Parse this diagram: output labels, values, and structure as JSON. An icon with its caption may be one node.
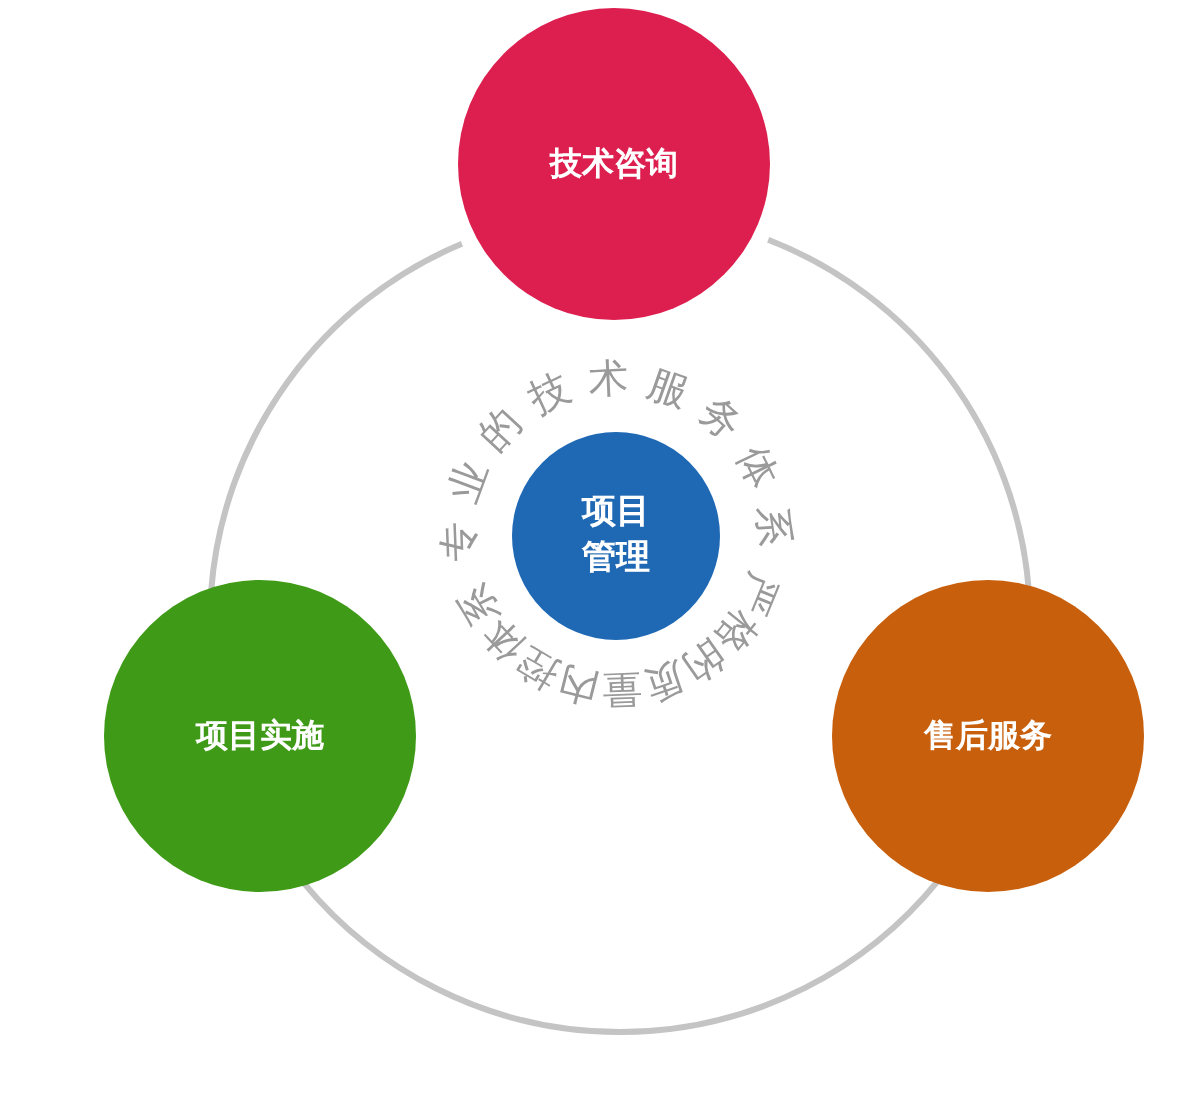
{
  "diagram": {
    "nodes": [
      {
        "text": [
          "技术咨询"
        ]
      },
      {
        "text": [
          "项目管理"
        ]
      },
      {
        "text": [
          "项目实施"
        ]
      },
      {
        "text": [
          "售后服务"
        ]
      }
    ],
    "edges": [
      {
        "from": 0,
        "to": 3,
        "arrow": "none"
      },
      {
        "from": 3,
        "to": 2,
        "arrow": "none"
      },
      {
        "from": 2,
        "to": 0,
        "arrow": "none"
      }
    ],
    "labels": [
      "专业的技术服务体系",
      "严格的质量内控体系"
    ]
  }
}
